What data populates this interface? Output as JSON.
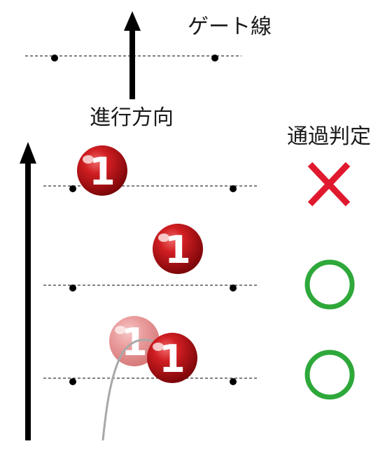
{
  "labels": {
    "gate_line": "ゲート線",
    "direction": "進行方向",
    "pass_judgment": "通過判定"
  },
  "ball_number": "1",
  "judgments": [
    {
      "name": "judgment-fail",
      "symbol": "cross",
      "color": "#e0192e"
    },
    {
      "name": "judgment-pass",
      "symbol": "circle",
      "color": "#2ea83a"
    },
    {
      "name": "judgment-pass",
      "symbol": "circle",
      "color": "#2ea83a"
    }
  ],
  "colors": {
    "ball": "#c8141c",
    "ball_ghost": "#e89a9a",
    "trail": "#a8a8a8",
    "arrow": "#000000",
    "gate": "#000000"
  }
}
